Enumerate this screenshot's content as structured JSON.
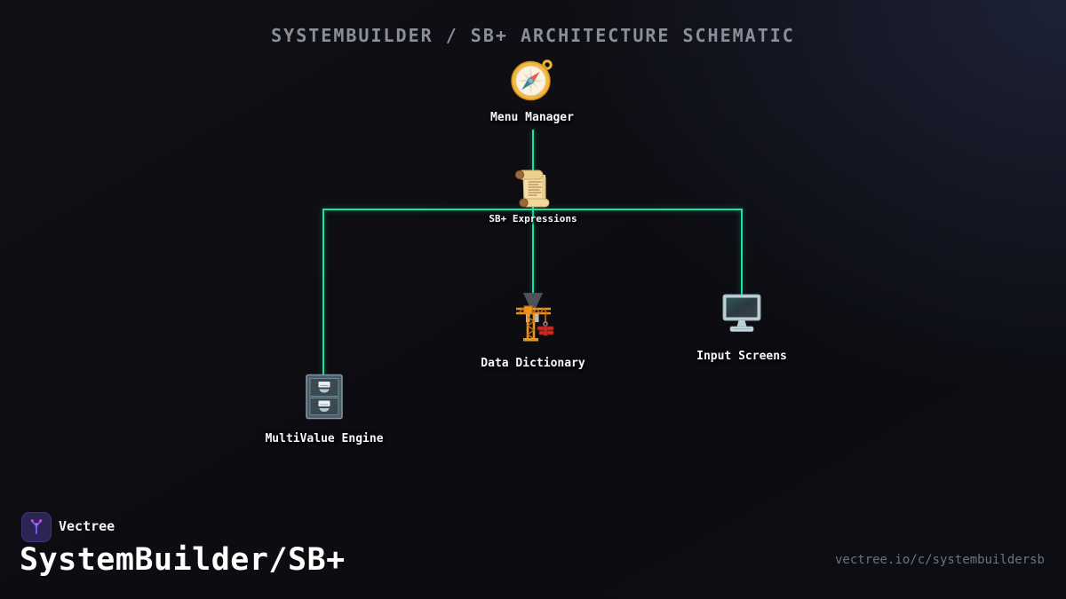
{
  "title": "SYSTEMBUILDER / SB+ ARCHITECTURE SCHEMATIC",
  "nodes": [
    {
      "id": "menu-manager",
      "label": "Menu Manager",
      "icon": "compass-icon"
    },
    {
      "id": "sb-expressions",
      "label": "SB+ Expressions",
      "icon": "scroll-icon"
    },
    {
      "id": "data-dictionary",
      "label": "Data Dictionary",
      "icon": "construction-crane-icon"
    },
    {
      "id": "input-screens",
      "label": "Input Screens",
      "icon": "desktop-monitor-icon"
    },
    {
      "id": "multivalue-engine",
      "label": "MultiValue Engine",
      "icon": "file-cabinet-icon"
    }
  ],
  "edges": [
    {
      "from": "menu-manager",
      "to": "sb-expressions",
      "arrow": false
    },
    {
      "from": "sb-expressions",
      "to": "data-dictionary",
      "arrow": true
    },
    {
      "from": "sb-expressions",
      "to": "multivalue-engine",
      "arrow": false
    },
    {
      "from": "sb-expressions",
      "to": "input-screens",
      "arrow": false
    }
  ],
  "footer": {
    "brand": "Vectree",
    "product": "SystemBuilder/SB+",
    "url": "vectree.io/c/systembuildersb"
  },
  "colors": {
    "background": "#0d0d13",
    "background_glow": "#1d2236",
    "connector": "#12e6a4",
    "arrowhead": "#4d5358",
    "title_text": "#8a8f98",
    "label_text": "#f7f9f9",
    "url_text": "#6d727c",
    "logo_background": "#2b2556",
    "logo_glyph": "#8b5cf6"
  }
}
